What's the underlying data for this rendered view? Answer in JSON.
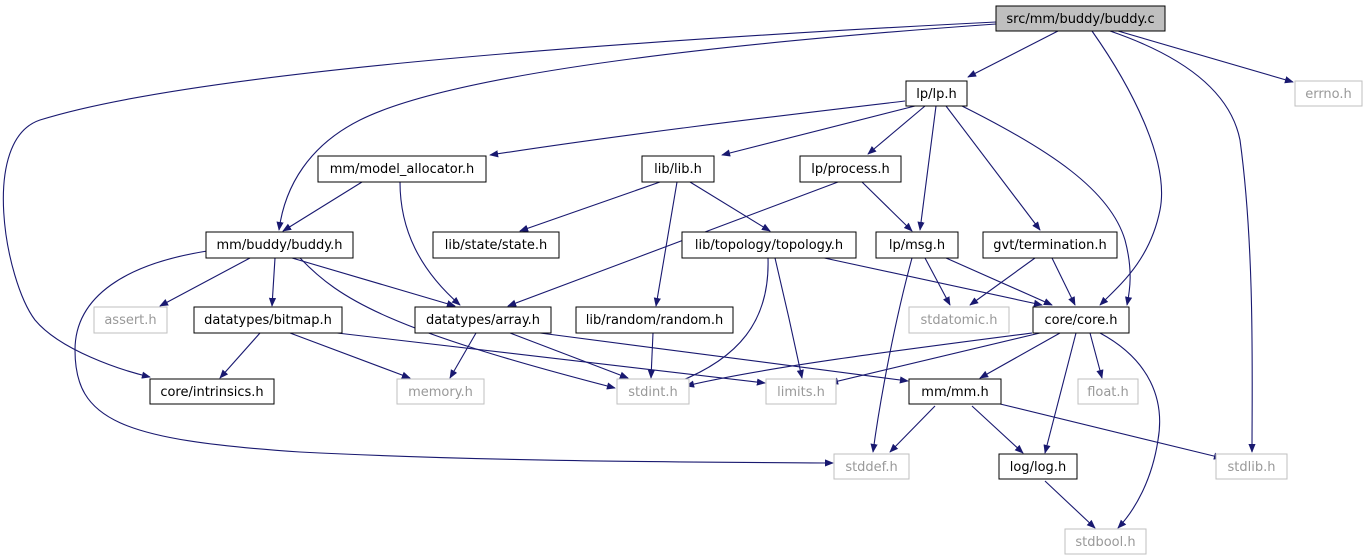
{
  "colors": {
    "edge": "#191970",
    "root_fill": "#bfbfbf",
    "system_border": "#bfbfbf",
    "system_text": "#999999"
  },
  "nodes": {
    "buddy_c": "src/mm/buddy/buddy.c",
    "lp_h": "lp/lp.h",
    "errno_h": "errno.h",
    "model_allocator_h": "mm/model_allocator.h",
    "lib_h": "lib/lib.h",
    "process_h": "lp/process.h",
    "buddy_h": "mm/buddy/buddy.h",
    "state_h": "lib/state/state.h",
    "topology_h": "lib/topology/topology.h",
    "msg_h": "lp/msg.h",
    "termination_h": "gvt/termination.h",
    "assert_h": "assert.h",
    "bitmap_h": "datatypes/bitmap.h",
    "array_h": "datatypes/array.h",
    "random_h": "lib/random/random.h",
    "stdatomic_h": "stdatomic.h",
    "core_h": "core/core.h",
    "intrinsics_h": "core/intrinsics.h",
    "memory_h": "memory.h",
    "stdint_h": "stdint.h",
    "limits_h": "limits.h",
    "mm_h": "mm/mm.h",
    "float_h": "float.h",
    "stddef_h": "stddef.h",
    "log_h": "log/log.h",
    "stdlib_h": "stdlib.h",
    "stdbool_h": "stdbool.h"
  }
}
